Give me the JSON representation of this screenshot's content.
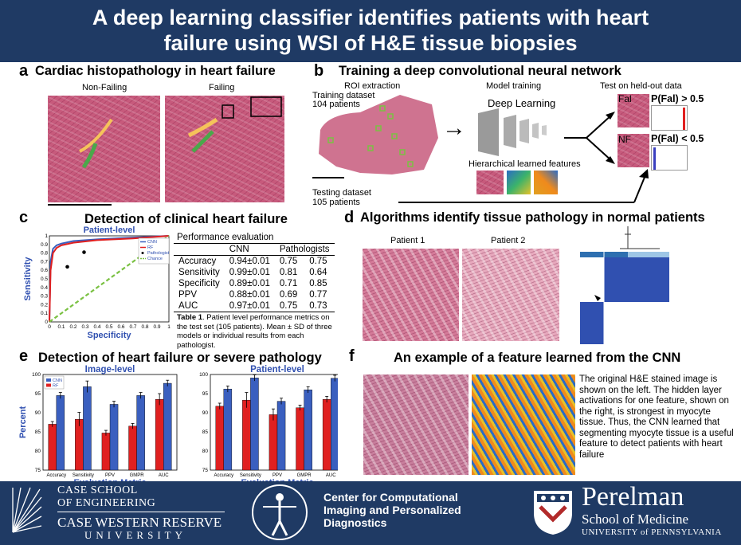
{
  "title": {
    "line1": "A deep learning classifier identifies patients with heart",
    "line2": "failure using WSI of H&E tissue biopsies"
  },
  "panel_a": {
    "letter": "a",
    "title": "Cardiac histopathology in heart failure",
    "label_left": "Non-Failing",
    "label_right": "Failing"
  },
  "panel_b": {
    "letter": "b",
    "title": "Training a deep convolutional neural network",
    "roi_label": "ROI extraction",
    "training_dataset": "Training dataset",
    "training_count": "104 patients",
    "model_training": "Model training",
    "deep_learning": "Deep Learning",
    "test_label": "Test on held-out data",
    "fal": "Fal",
    "nf": "NF",
    "p_fal_high": "P(Fal) > 0.5",
    "p_fal_low": "P(Fal) < 0.5",
    "hierarchical": "Hierarchical learned features",
    "testing_dataset": "Testing dataset",
    "testing_count": "105 patients"
  },
  "panel_c": {
    "letter": "c",
    "title": "Detection of clinical heart failure",
    "table_caption": "Performance evaluation",
    "table_note_bold": "Table 1",
    "table_note": ". Patient level performance metrics on the test set (105 patients). Mean ± SD of three models or individual results from each pathologist.",
    "columns": [
      "",
      "CNN",
      "Pathologists"
    ],
    "rows": [
      {
        "metric": "Accuracy",
        "cnn": "0.94±0.01",
        "p1": "0.75",
        "p2": "0.75"
      },
      {
        "metric": "Sensitivity",
        "cnn": "0.99±0.01",
        "p1": "0.81",
        "p2": "0.64"
      },
      {
        "metric": "Specificity",
        "cnn": "0.89±0.01",
        "p1": "0.71",
        "p2": "0.85"
      },
      {
        "metric": "PPV",
        "cnn": "0.88±0.01",
        "p1": "0.69",
        "p2": "0.77"
      },
      {
        "metric": "AUC",
        "cnn": "0.97±0.01",
        "p1": "0.75",
        "p2": "0.73"
      }
    ]
  },
  "panel_d": {
    "letter": "d",
    "title": "Algorithms identify tissue pathology in normal patients",
    "patient1": "Patient 1",
    "patient2": "Patient 2"
  },
  "panel_e": {
    "letter": "e",
    "title": "Detection of heart failure or severe pathology"
  },
  "panel_f": {
    "letter": "f",
    "title": "An example of a feature learned from the CNN",
    "text": "The original H&E stained image is shown on the left. The hidden layer activations for one feature, shown on the right, is strongest in myocyte tissue. Thus, the CNN learned that segmenting myocyte tissue is a useful feature to detect patients with heart failure"
  },
  "footer": {
    "case1": "CASE SCHOOL",
    "case2": "OF ENGINEERING",
    "cwru1": "CASE WESTERN RESERVE",
    "cwru2": "UNIVERSITY",
    "center1": "Center for Computational",
    "center2": "Imaging and Personalized",
    "center3": "Diagnostics",
    "perelman": "Perelman",
    "school": "School of Medicine",
    "upenn": "UNIVERSITY of PENNSYLVANIA"
  },
  "colors": {
    "header_bg": "#1f3a64",
    "cnn_blue": "#3a5fbf",
    "rf_red": "#e02020",
    "chance_green": "#7ac142"
  },
  "chart_data": [
    {
      "type": "line",
      "title": "Patient-level",
      "xlabel": "Specificity",
      "ylabel": "Sensitivity",
      "xlim": [
        0,
        1
      ],
      "ylim": [
        0,
        1
      ],
      "xticks": [
        "0",
        "0.1",
        "0.2",
        "0.3",
        "0.4",
        "0.5",
        "0.6",
        "0.7",
        "0.8",
        "0.9",
        "1"
      ],
      "yticks": [
        "0",
        "0.1",
        "0.2",
        "0.3",
        "0.4",
        "0.5",
        "0.6",
        "0.7",
        "0.8",
        "0.9",
        "1"
      ],
      "legend": [
        "CNN",
        "RF",
        "Pathologist",
        "Chance"
      ],
      "legend_position": "top-right",
      "series": [
        {
          "name": "CNN",
          "x": [
            0,
            0.01,
            0.03,
            0.06,
            0.1,
            0.2,
            0.4,
            0.7,
            1.0
          ],
          "y": [
            0,
            0.7,
            0.85,
            0.89,
            0.91,
            0.94,
            0.96,
            0.98,
            1.0
          ]
        },
        {
          "name": "RF",
          "x": [
            0,
            0.01,
            0.03,
            0.06,
            0.1,
            0.2,
            0.4,
            0.7,
            1.0
          ],
          "y": [
            0,
            0.6,
            0.8,
            0.86,
            0.89,
            0.92,
            0.95,
            0.97,
            1.0
          ]
        },
        {
          "name": "Chance",
          "x": [
            0,
            1
          ],
          "y": [
            0,
            1
          ]
        }
      ],
      "points": [
        {
          "name": "Pathologist",
          "x": 0.15,
          "y": 0.64
        },
        {
          "name": "Pathologist",
          "x": 0.29,
          "y": 0.81
        }
      ]
    },
    {
      "type": "bar",
      "title": "Image-level",
      "xlabel": "Evaluation Metric",
      "ylabel": "Percent",
      "ylim": [
        75,
        100
      ],
      "yticks": [
        "75",
        "80",
        "85",
        "90",
        "95",
        "100"
      ],
      "legend": [
        "CNN",
        "RF"
      ],
      "legend_position": "top-left",
      "categories": [
        "Accuracy",
        "Sensitivity",
        "PPV",
        "GMPR",
        "AUC"
      ],
      "series": [
        {
          "name": "RF",
          "values": [
            87.0,
            88.3,
            84.7,
            86.5,
            93.5
          ],
          "errors": [
            0.7,
            1.8,
            0.7,
            0.7,
            1.5
          ]
        },
        {
          "name": "CNN",
          "values": [
            94.5,
            96.8,
            92.2,
            94.5,
            97.7
          ],
          "errors": [
            0.8,
            1.5,
            0.8,
            0.8,
            0.8
          ]
        }
      ]
    },
    {
      "type": "bar",
      "title": "Patient-level",
      "xlabel": "Evaluation Metric",
      "ylabel": "",
      "ylim": [
        75,
        100
      ],
      "yticks": [
        "75",
        "80",
        "85",
        "90",
        "95",
        "100"
      ],
      "categories": [
        "Accuracy",
        "Sensitivity",
        "PPV",
        "GMPR",
        "AUC"
      ],
      "series": [
        {
          "name": "RF",
          "values": [
            91.7,
            93.3,
            89.5,
            91.3,
            93.5
          ],
          "errors": [
            0.8,
            2.0,
            1.5,
            0.7,
            0.8
          ]
        },
        {
          "name": "CNN",
          "values": [
            96.2,
            99.1,
            93.0,
            96.0,
            99.0
          ],
          "errors": [
            0.8,
            0.8,
            0.8,
            0.8,
            0.8
          ]
        }
      ]
    }
  ]
}
